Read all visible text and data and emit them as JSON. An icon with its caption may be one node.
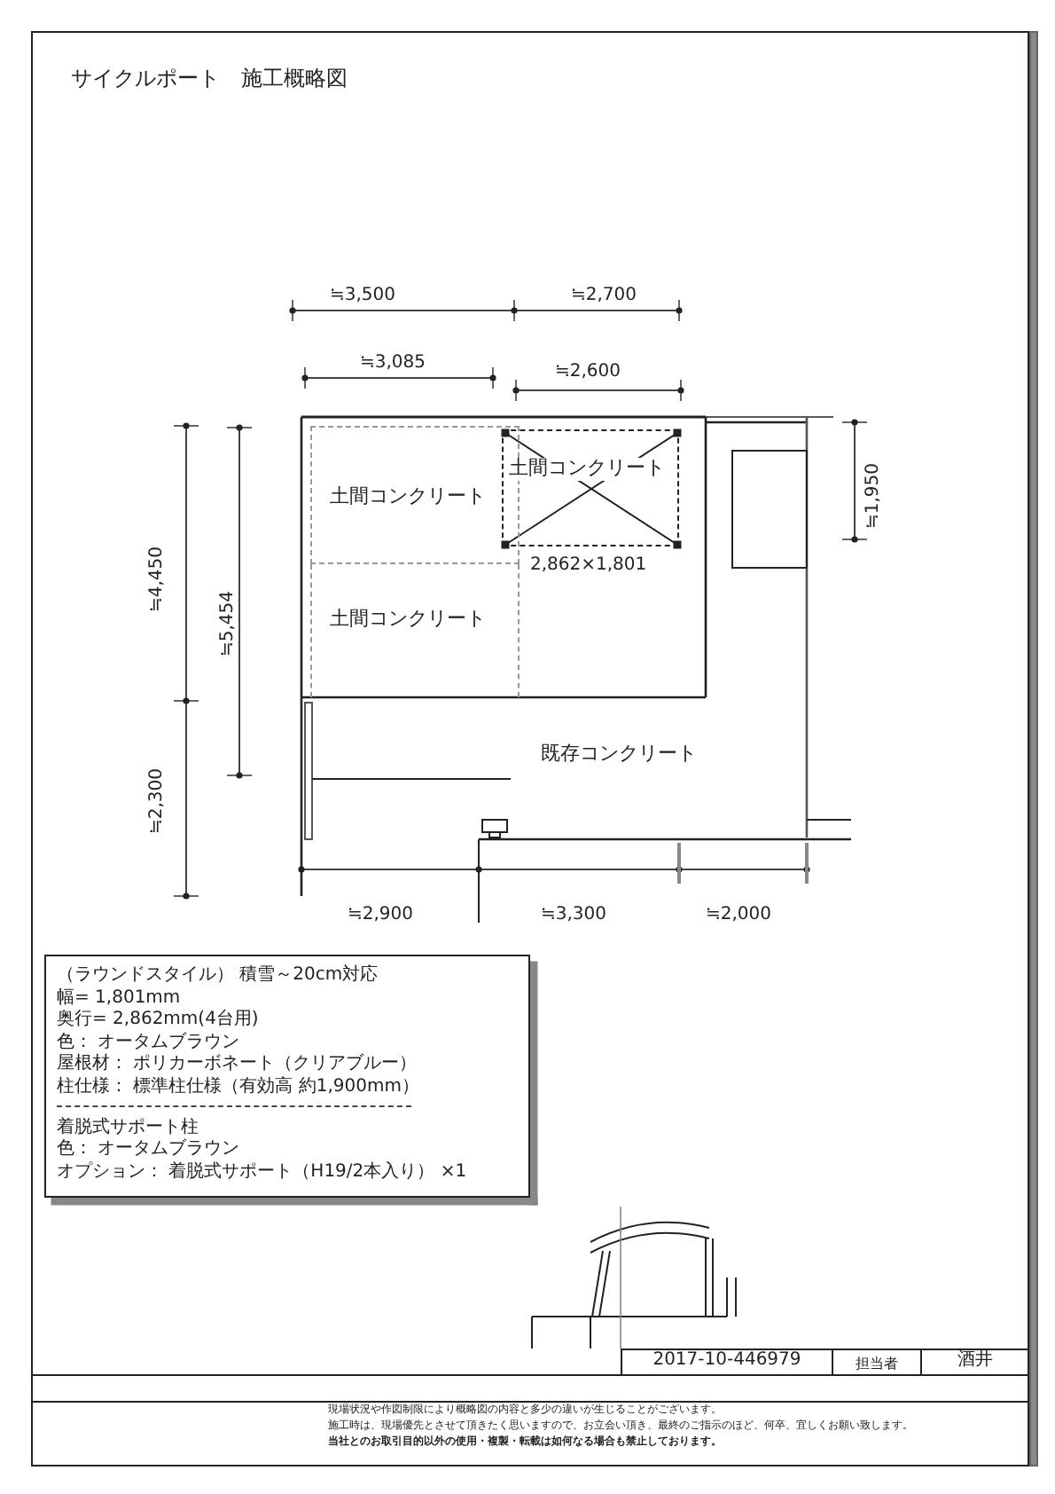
{
  "diagram": {
    "title": "サイクルポート　施工概略図",
    "nodes": [
      {
        "text": [
          "土間コンクリート"
        ]
      },
      {
        "text": [
          "土間コンクリート"
        ],
        "beside": [
          "2,862×1,801"
        ]
      },
      {
        "text": [
          "土間コンクリート"
        ]
      },
      {
        "text": [
          "（ラウンドスタイル） 積雪～20cm対応",
          "幅= 1,801mm",
          "奥行= 2,862mm(4台用)",
          "色： オータムブラウン",
          "屋根材： ポリカーボネート（クリアブルー）",
          "柱仕様： 標準柱仕様（有効高 約1,900mm）",
          "着脱式サポート柱",
          "色： オータムブラウン",
          "オプション： 着脱式サポート（H19/2本入り） ×1"
        ]
      }
    ],
    "labels": [
      "≒3,500",
      "≒2,700",
      "≒3,085",
      "≒2,600",
      "≒1,950",
      "≒4,450",
      "≒5,454",
      "既存コンクリート",
      "≒2,300",
      "≒2,900",
      "≒3,300",
      "≒2,000",
      "2017-10-446979",
      "担当者",
      "酒井",
      "現場状況や作図制限により概略図の内容と多少の違いが生じることがございます。",
      "施工時は、現場優先とさせて頂きたく思いますので、お立会い頂き、最終のご指示のほど、何卒、宜しくお願い致します。",
      "当社とのお取引目的以外の使用・複製・転載は如何なる場合も禁止しております。"
    ]
  }
}
